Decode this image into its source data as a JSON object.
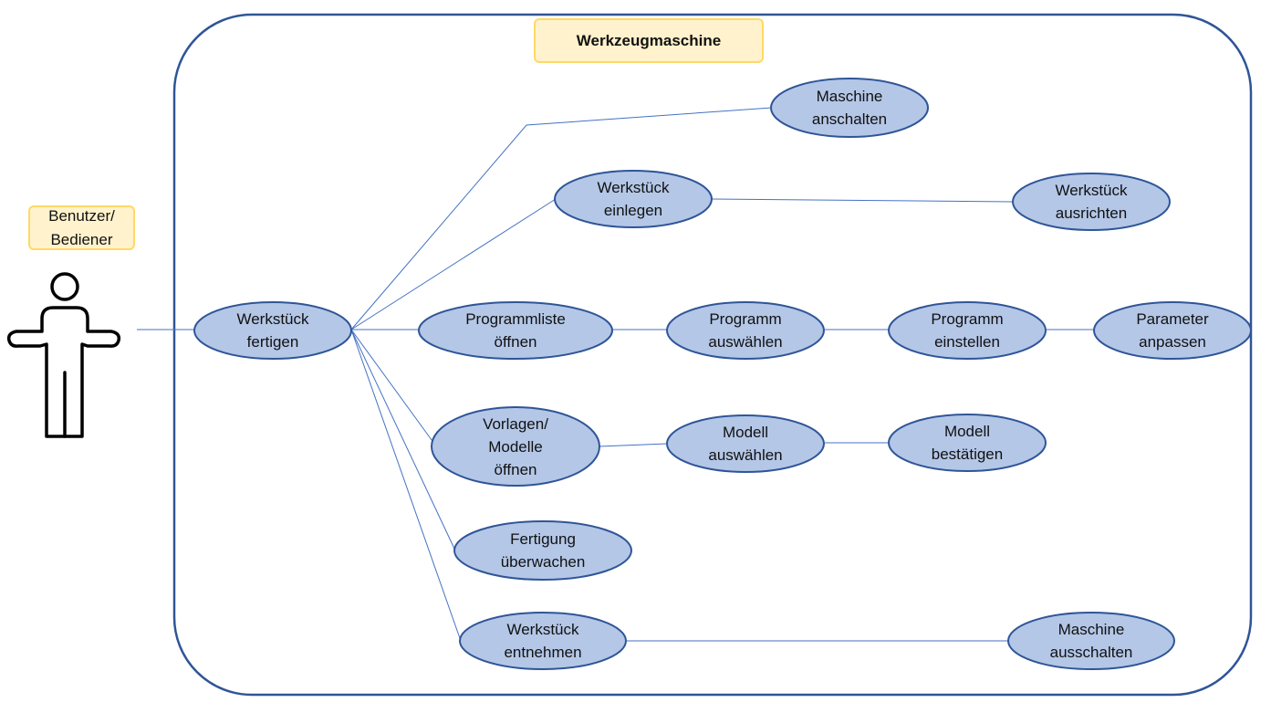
{
  "system": {
    "title": "Werkzeugmaschine"
  },
  "actor": {
    "label": "Benutzer/\nBediener"
  },
  "use_cases": {
    "werkstueck_fertigen": "Werkstück\nfertigen",
    "maschine_anschalten": "Maschine\nanschalten",
    "werkstueck_einlegen": "Werkstück\neinlegen",
    "werkstueck_ausrichten": "Werkstück\nausrichten",
    "programmliste_oeffnen": "Programmliste\nöffnen",
    "programm_auswaehlen": "Programm\nauswählen",
    "programm_einstellen": "Programm\neinstellen",
    "parameter_anpassen": "Parameter\nanpassen",
    "vorlagen_modelle_oeffnen": "Vorlagen/\nModelle\nöffnen",
    "modell_auswaehlen": "Modell\nauswählen",
    "modell_bestaetigen": "Modell\nbestätigen",
    "fertigung_ueberwachen": "Fertigung\nüberwachen",
    "werkstueck_entnehmen": "Werkstück\nentnehmen",
    "maschine_ausschalten": "Maschine\nausschalten"
  },
  "colors": {
    "use_case_fill": "#b4c7e7",
    "use_case_stroke": "#2f5597",
    "system_border": "#2f5597",
    "connector": "#4472c4",
    "note_fill": "#fff2cc",
    "note_border": "#ffd966"
  }
}
